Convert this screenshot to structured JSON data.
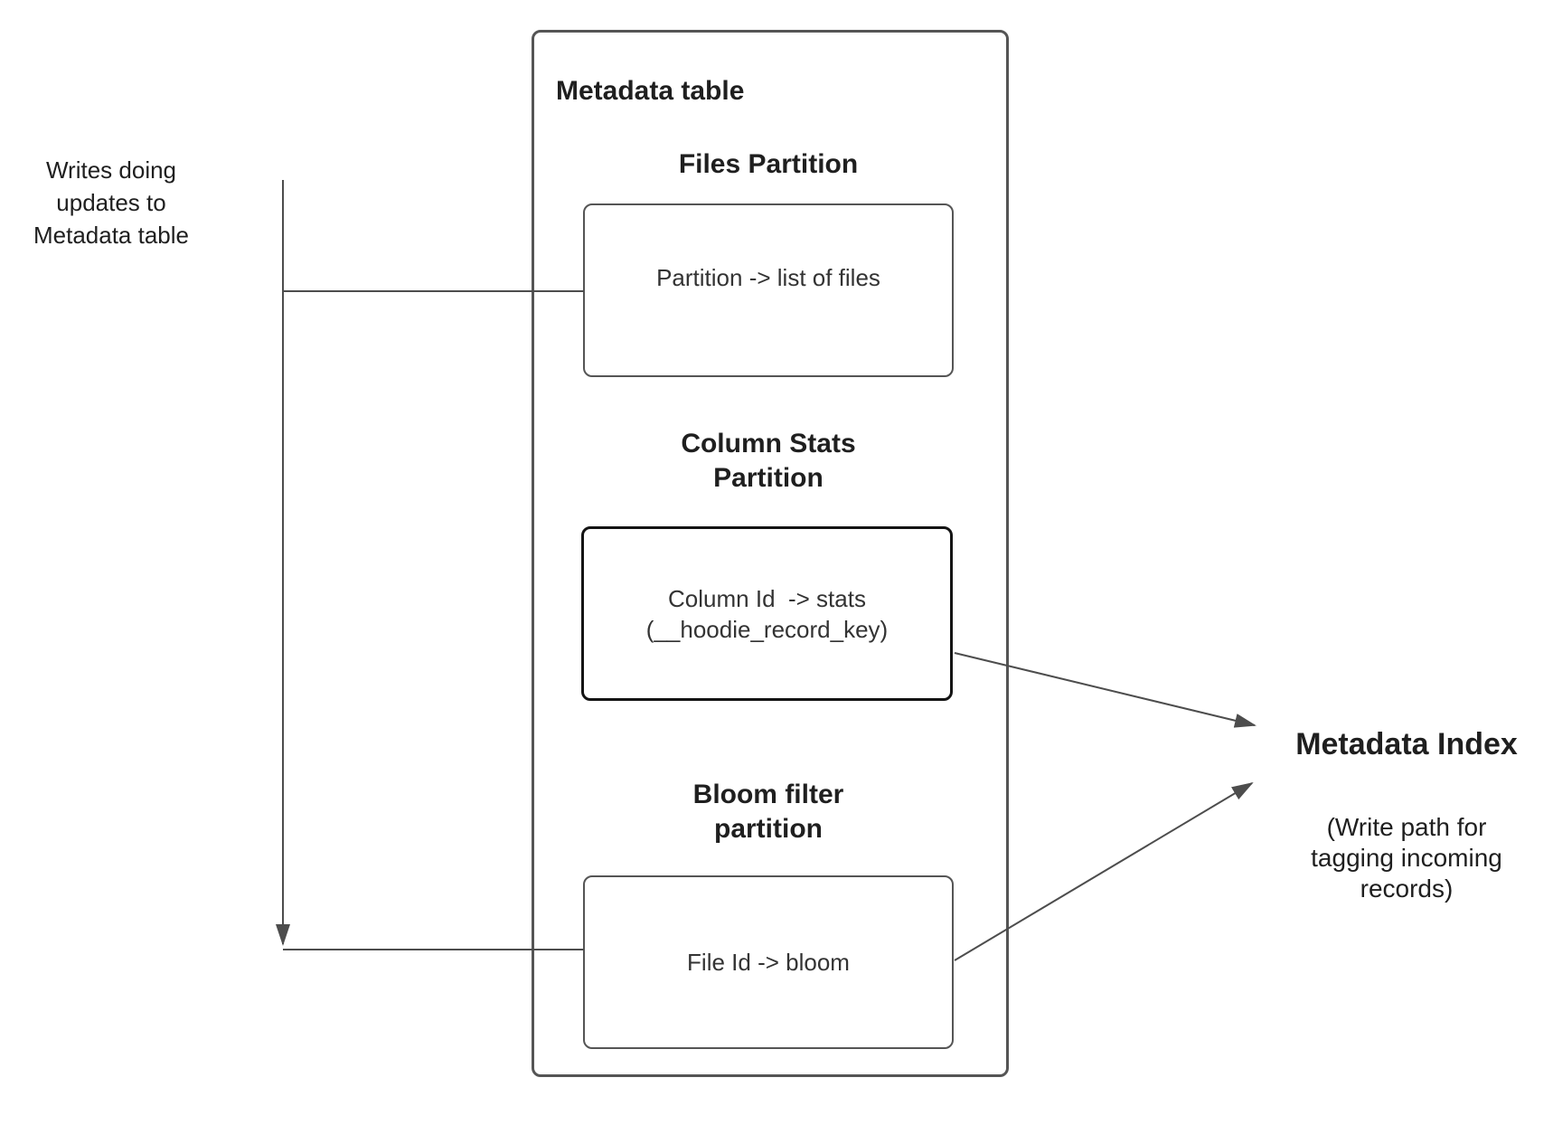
{
  "left_note": {
    "text": "Writes doing updates to Metadata table"
  },
  "metadata_table": {
    "title": "Metadata table",
    "sections": [
      {
        "heading": "Files Partition",
        "body": "Partition -> list of files",
        "emphasized": false
      },
      {
        "heading": "Column Stats Partition",
        "body_line1": "Column Id  -> stats",
        "body_line2": "(__hoodie_record_key)",
        "emphasized": true
      },
      {
        "heading": "Bloom filter partition",
        "body": "File Id -> bloom",
        "emphasized": false
      }
    ]
  },
  "metadata_index": {
    "title": "Metadata Index",
    "subtitle": "(Write path for tagging incoming records)"
  },
  "colors": {
    "background": "#ffffff",
    "box_border": "#555555",
    "emphasis_border": "#141414",
    "connector": "#4d4d4d",
    "text": "#1f1f1f"
  }
}
